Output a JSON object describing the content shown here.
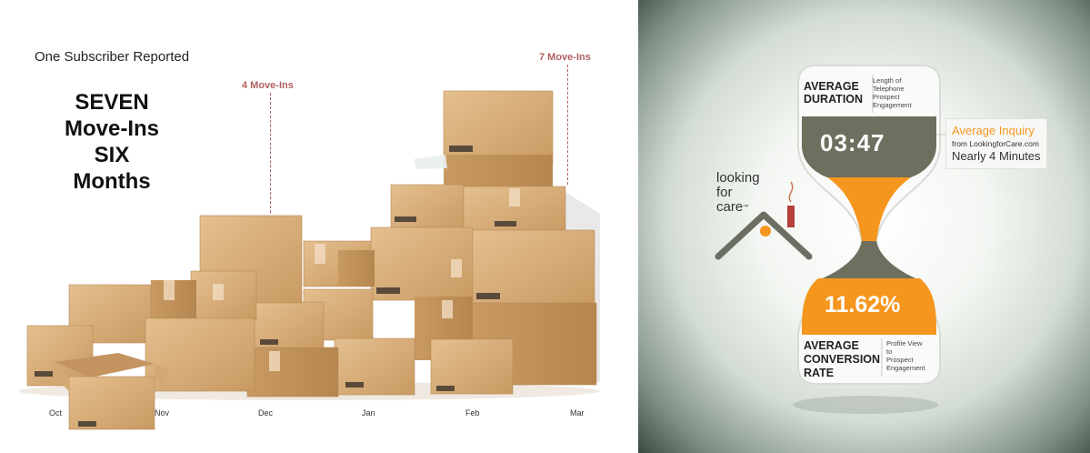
{
  "left_panel": {
    "subtitle": "One Subscriber Reported",
    "headline": [
      "SEVEN",
      "Move-Ins",
      "SIX",
      "Months"
    ],
    "callouts": [
      {
        "label": "4 Move-Ins"
      },
      {
        "label": "7 Move-Ins"
      }
    ],
    "months": [
      "Oct",
      "Nov",
      "Dec",
      "Jan",
      "Feb",
      "Mar"
    ],
    "colors": {
      "box": "#d9b07e",
      "callout": "#b06060"
    }
  },
  "right_panel": {
    "logo": {
      "line1": "looking",
      "line2": "for",
      "line3": "care",
      "mark": "™"
    },
    "average_duration": {
      "title_line1": "AVERAGE",
      "title_line2": "DURATION",
      "desc_line1": "Length of",
      "desc_line2": "Telephone",
      "desc_line3": "Prospect",
      "desc_line4": "Engagement",
      "value": "03:47"
    },
    "average_inquiry": {
      "title": "Average Inquiry",
      "source": "from LookingforCare.com",
      "note": "Nearly 4 Minutes"
    },
    "average_conversion": {
      "title_line1": "AVERAGE",
      "title_line2": "CONVERSION",
      "title_line3": "RATE",
      "desc_line1": "Profile View",
      "desc_line2": "to",
      "desc_line3": "Prospect",
      "desc_line4": "Engagement",
      "value": "11.62%"
    },
    "colors": {
      "orange": "#f5961e",
      "olive": "#6e6f5e",
      "house": "#6b6f62",
      "chimney": "#b5403a"
    }
  }
}
